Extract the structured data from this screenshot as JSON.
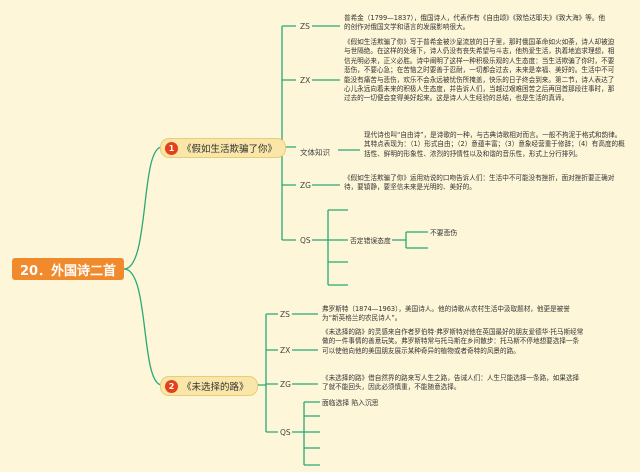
{
  "root": {
    "title": "20．外国诗二首"
  },
  "branches": [
    {
      "number": "1",
      "title": "《假如生活欺骗了你》",
      "nodes": [
        {
          "tag": "ZS",
          "text": "普希金（1799—1837），俄国诗人，代表作有《自由颂》《致恰达耶夫》《致大海》等。他的创作对俄国文学和语言的发展影响很大。"
        },
        {
          "tag": "ZX",
          "text": "《假如生活欺骗了你》写于普希金被沙皇流放的日子里，那时俄国革命如火如荼，诗人却被迫与世隔绝。在这样的处境下，诗人仍没有丧失希望与斗志，他热爱生活，执着地追求理想，相信光明必来，正义必胜。诗中阐明了这样一种积极乐观的人生态度：当生活欺骗了你时，不要悲伤，不要心急；在苦恼之时要善于忍耐，一切都会过去，未来是幸福、美好的。生活中不可能没有痛苦与悲伤，欢乐不会永远被忧伤所掩盖，快乐的日子终会到来。第二节，诗人表达了心儿永远向着未来的积极人生态度，并告诉人们，当越过艰难困苦之后再回首那段往事时，那过去的一切便会变得美好起来。这是诗人人生经验的总结，也是生活的真谛。"
        },
        {
          "tag": "文体知识",
          "text": "现代诗也叫“自由诗”，是诗歌的一种，与古典诗歌相对而言。一般不拘泥于格式和韵律。其特点表现为：（1）形式自由；（2）意蕴丰富；（3）意象经营重于修辞；（4）有高度的概括性、鲜明的形象性、浓烈的抒情性以及和谐的音乐性，形式上分行排列。"
        },
        {
          "tag": "ZG",
          "text": "《假如生活欺骗了你》运用劝说的口吻告诉人们：生活中不可能没有挫折，面对挫折要正确对待，要镇静，要坚信未来是光明的、美好的。"
        },
        {
          "tag": "QS",
          "sub": "否定错误态度",
          "leaf": "不要悲伤"
        }
      ]
    },
    {
      "number": "2",
      "title": "《未选择的路》",
      "nodes": [
        {
          "tag": "ZS",
          "text": "弗罗斯特（1874—1963），美国诗人。他的诗歌从农村生活中汲取题材，他更是被誉为“新英格兰的农民诗人”。"
        },
        {
          "tag": "ZX",
          "text": "《未选择的路》的灵感来自作者罗伯特·弗罗斯特对他在英国最好的朋友爱德华·托马斯经常做的一件事情的善意玩笑。弗罗斯特常与托马斯在乡间散步：托马斯不停地想要选择一条可以使他向他的美国朋友展示某种奇异的植物或者奇特的风景的路。"
        },
        {
          "tag": "ZG",
          "text": "《未选择的路》借自然界的路来写人生之路，告诫人们：人生只能选择一条路，如果选择了就不能回头，因此必须慎重，不能随意选择。"
        },
        {
          "tag": "QS",
          "sub": "面临选择 陷入沉思"
        }
      ]
    }
  ]
}
